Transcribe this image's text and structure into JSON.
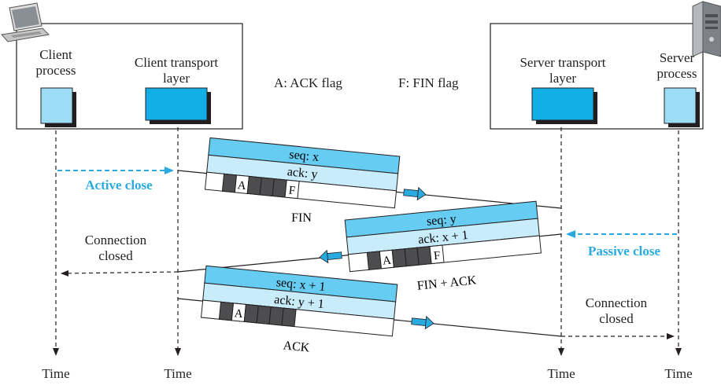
{
  "left_host": {
    "icon": "laptop-icon",
    "process_label": [
      "Client",
      "process"
    ],
    "transport_label": [
      "Client transport",
      "layer"
    ]
  },
  "right_host": {
    "icon": "server-tower-icon",
    "process_label": [
      "Server",
      "process"
    ],
    "transport_label": [
      "Server transport",
      "layer"
    ]
  },
  "legend": {
    "ack_flag": "A: ACK flag",
    "fin_flag": "F: FIN flag"
  },
  "events": {
    "active_close": "Active close",
    "passive_close": "Passive close",
    "client_closed": [
      "Connection",
      "closed"
    ],
    "server_closed": [
      "Connection",
      "closed"
    ]
  },
  "segments": [
    {
      "name": "FIN",
      "seq": "seq: x",
      "ack": "ack: y",
      "flags": [
        "",
        "A",
        "",
        "",
        "",
        "F"
      ],
      "caption": "FIN"
    },
    {
      "name": "FIN + ACK",
      "seq": "seq: y",
      "ack": "ack: x + 1",
      "flags": [
        "",
        "A",
        "",
        "",
        "",
        "F"
      ],
      "caption": "FIN + ACK"
    },
    {
      "name": "ACK",
      "seq": "seq: x + 1",
      "ack": "ack: y + 1",
      "flags": [
        "",
        "A",
        "",
        "",
        "",
        ""
      ],
      "caption": "ACK"
    }
  ],
  "time_label": "Time",
  "colors": {
    "header_dark": "#66ccf2",
    "header_light": "#c9ecfa",
    "process_box": "#9ddcf7",
    "transport_box": "#12aee6",
    "shadow": "#231f20",
    "flag_dark": "#4d4d4f",
    "annotation_blue": "#29abe2"
  }
}
